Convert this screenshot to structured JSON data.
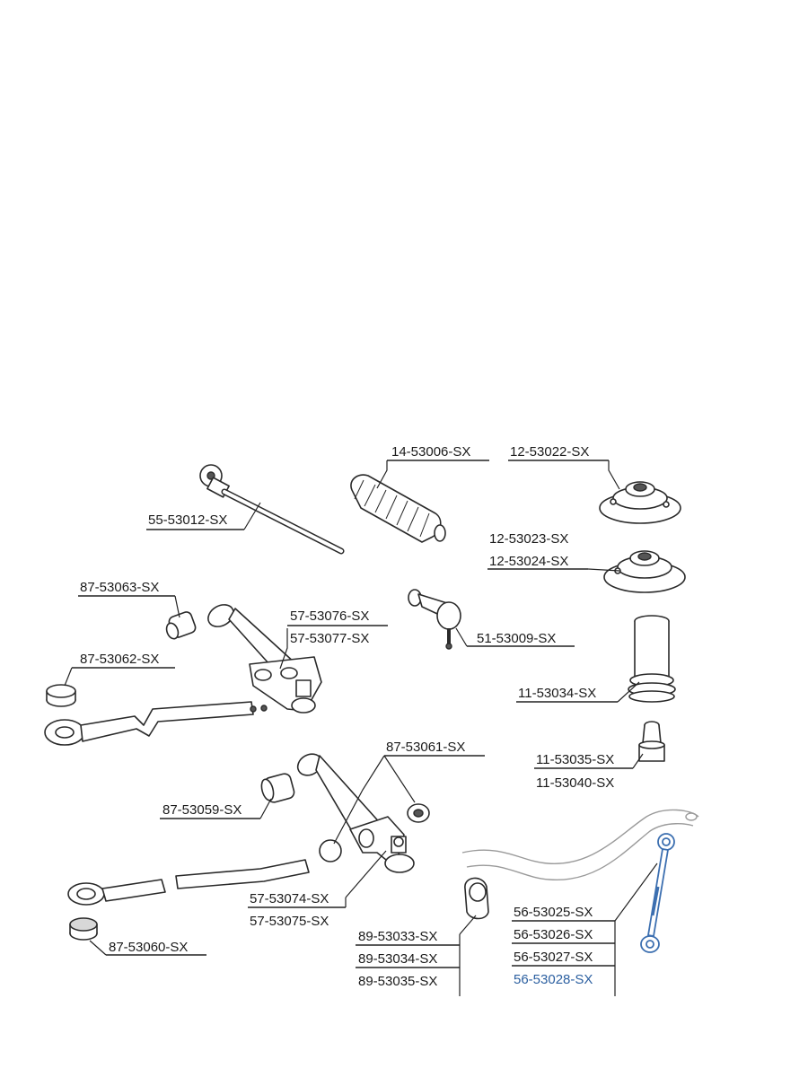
{
  "labels": {
    "p14_53006": "14-53006-SX",
    "p12_53022": "12-53022-SX",
    "p55_53012": "55-53012-SX",
    "p12_53023": "12-53023-SX",
    "p12_53024": "12-53024-SX",
    "p87_53063": "87-53063-SX",
    "p57_53076": "57-53076-SX",
    "p57_53077": "57-53077-SX",
    "p51_53009": "51-53009-SX",
    "p87_53062": "87-53062-SX",
    "p11_53034": "11-53034-SX",
    "p87_53061": "87-53061-SX",
    "p11_53035": "11-53035-SX",
    "p11_53040": "11-53040-SX",
    "p87_53059": "87-53059-SX",
    "p56_53025": "56-53025-SX",
    "p57_53074": "57-53074-SX",
    "p57_53075": "57-53075-SX",
    "p89_53033": "89-53033-SX",
    "p56_53026": "56-53026-SX",
    "p87_53060": "87-53060-SX",
    "p89_53034": "89-53034-SX",
    "p56_53027": "56-53027-SX",
    "p89_53035": "89-53035-SX",
    "p56_53028": "56-53028-SX"
  },
  "colors": {
    "label_text": "#1a1a1a",
    "highlight_label": "#2b5fa0",
    "highlight_part": "#3c6fb0"
  }
}
